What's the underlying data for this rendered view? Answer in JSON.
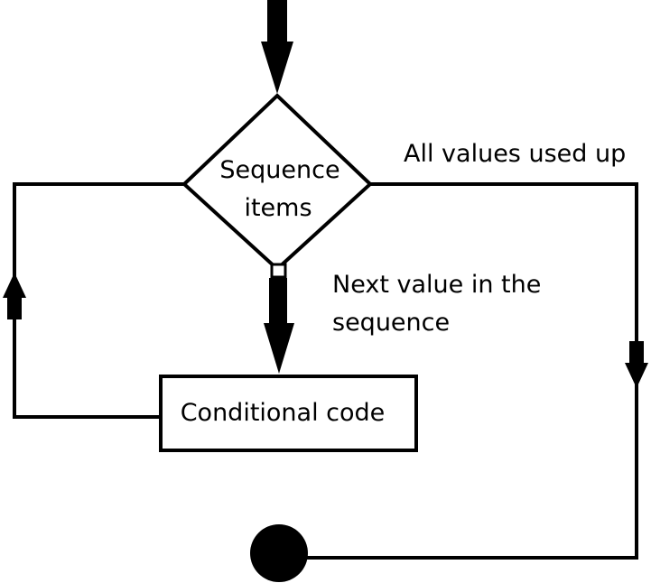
{
  "diagram": {
    "decision": {
      "line1": "Sequence",
      "line2": "items"
    },
    "process": {
      "label": "Conditional code"
    },
    "edges": {
      "exit_label": "All values used up",
      "next_label_line1": "Next value in the",
      "next_label_line2": "sequence"
    },
    "colors": {
      "stroke": "#000000",
      "background": "#ffffff"
    }
  }
}
